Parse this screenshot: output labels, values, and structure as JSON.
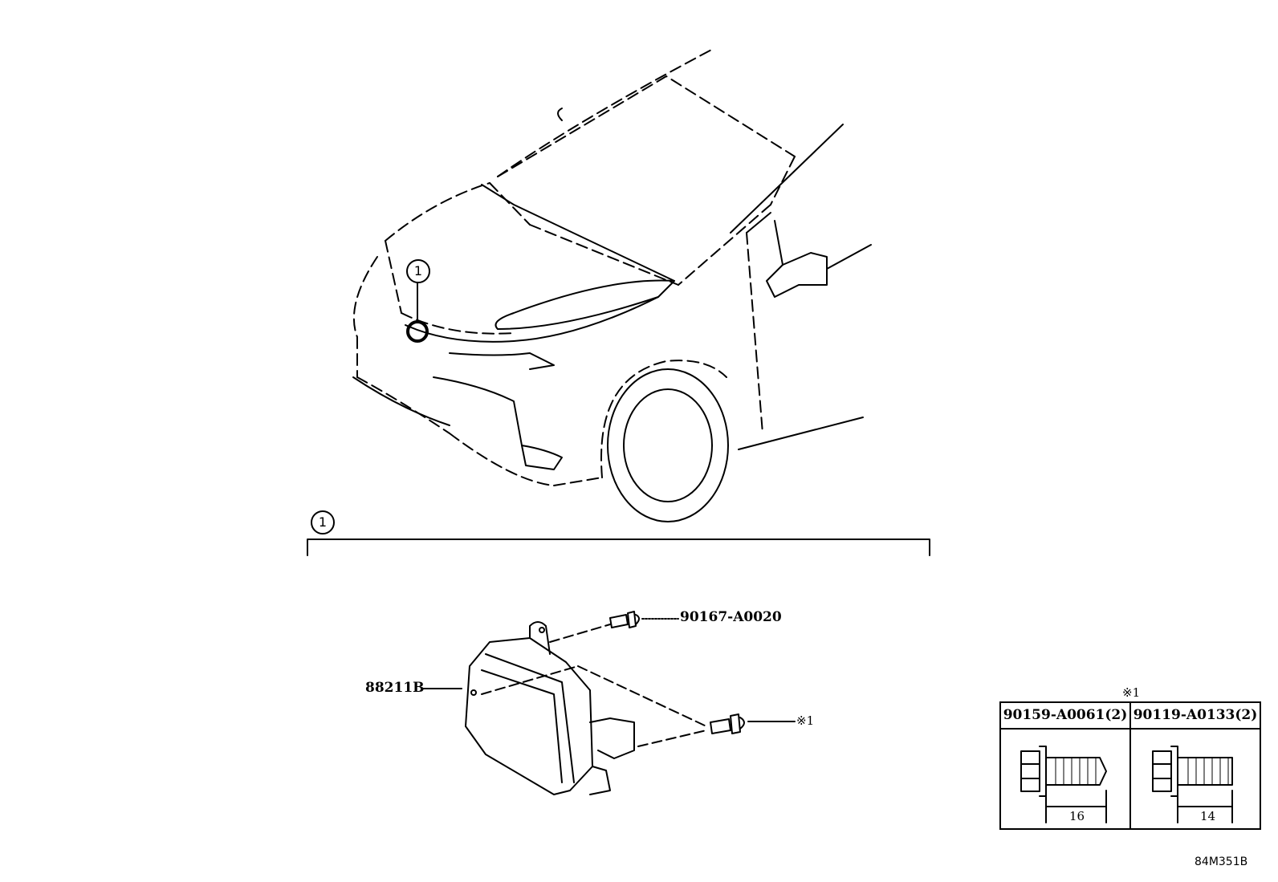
{
  "callouts": {
    "ref_number": "1",
    "section_number": "1"
  },
  "parts": {
    "bolt_top": "90167-A0020",
    "sensor": "88211B",
    "bolt_bottom_ref": "※1"
  },
  "table": {
    "title": "※1",
    "columns": [
      {
        "part": "90159-A0061(2)",
        "length": "16"
      },
      {
        "part": "90119-A0133(2)",
        "length": "14"
      }
    ]
  },
  "diagram_code": "84M351B"
}
